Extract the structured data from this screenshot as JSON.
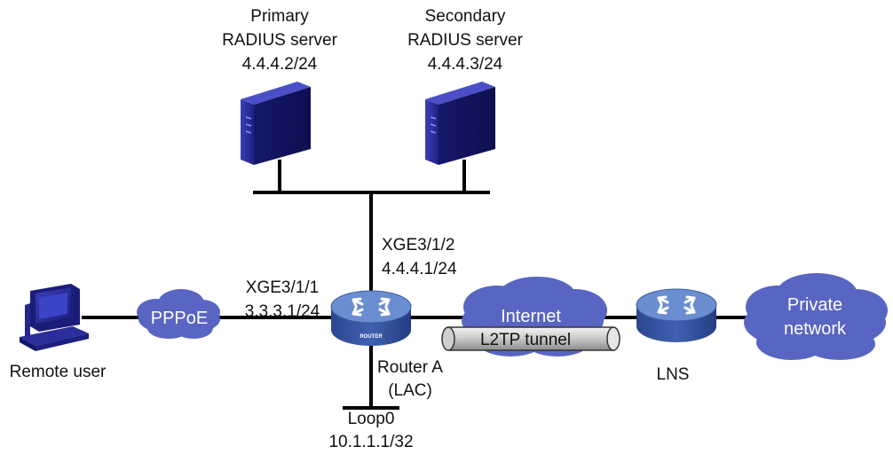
{
  "servers": {
    "primary": {
      "line1": "Primary",
      "line2": "RADIUS server",
      "ip": "4.4.4.2/24"
    },
    "secondary": {
      "line1": "Secondary",
      "line2": "RADIUS server",
      "ip": "4.4.4.3/24"
    }
  },
  "router_a": {
    "badge": "ROUTER",
    "name": "Router A",
    "role": "(LAC)",
    "if_up": {
      "name": "XGE3/1/2",
      "ip": "4.4.4.1/24"
    },
    "if_left": {
      "name": "XGE3/1/1",
      "ip": "3.3.3.1/24"
    },
    "loopback": {
      "name": "Loop0",
      "ip": "10.1.1.1/32"
    }
  },
  "remote_user": {
    "label": "Remote user"
  },
  "clouds": {
    "pppoe": "PPPoE",
    "internet": "Internet",
    "private_line1": "Private",
    "private_line2": "network"
  },
  "tunnel": {
    "label": "L2TP tunnel"
  },
  "lns": {
    "label": "LNS"
  },
  "colors": {
    "cloud": "#5865c2",
    "router_top": "#6a8ed0",
    "router_body": "#34509a",
    "server": "#2a2d9a",
    "line": "#000000"
  }
}
